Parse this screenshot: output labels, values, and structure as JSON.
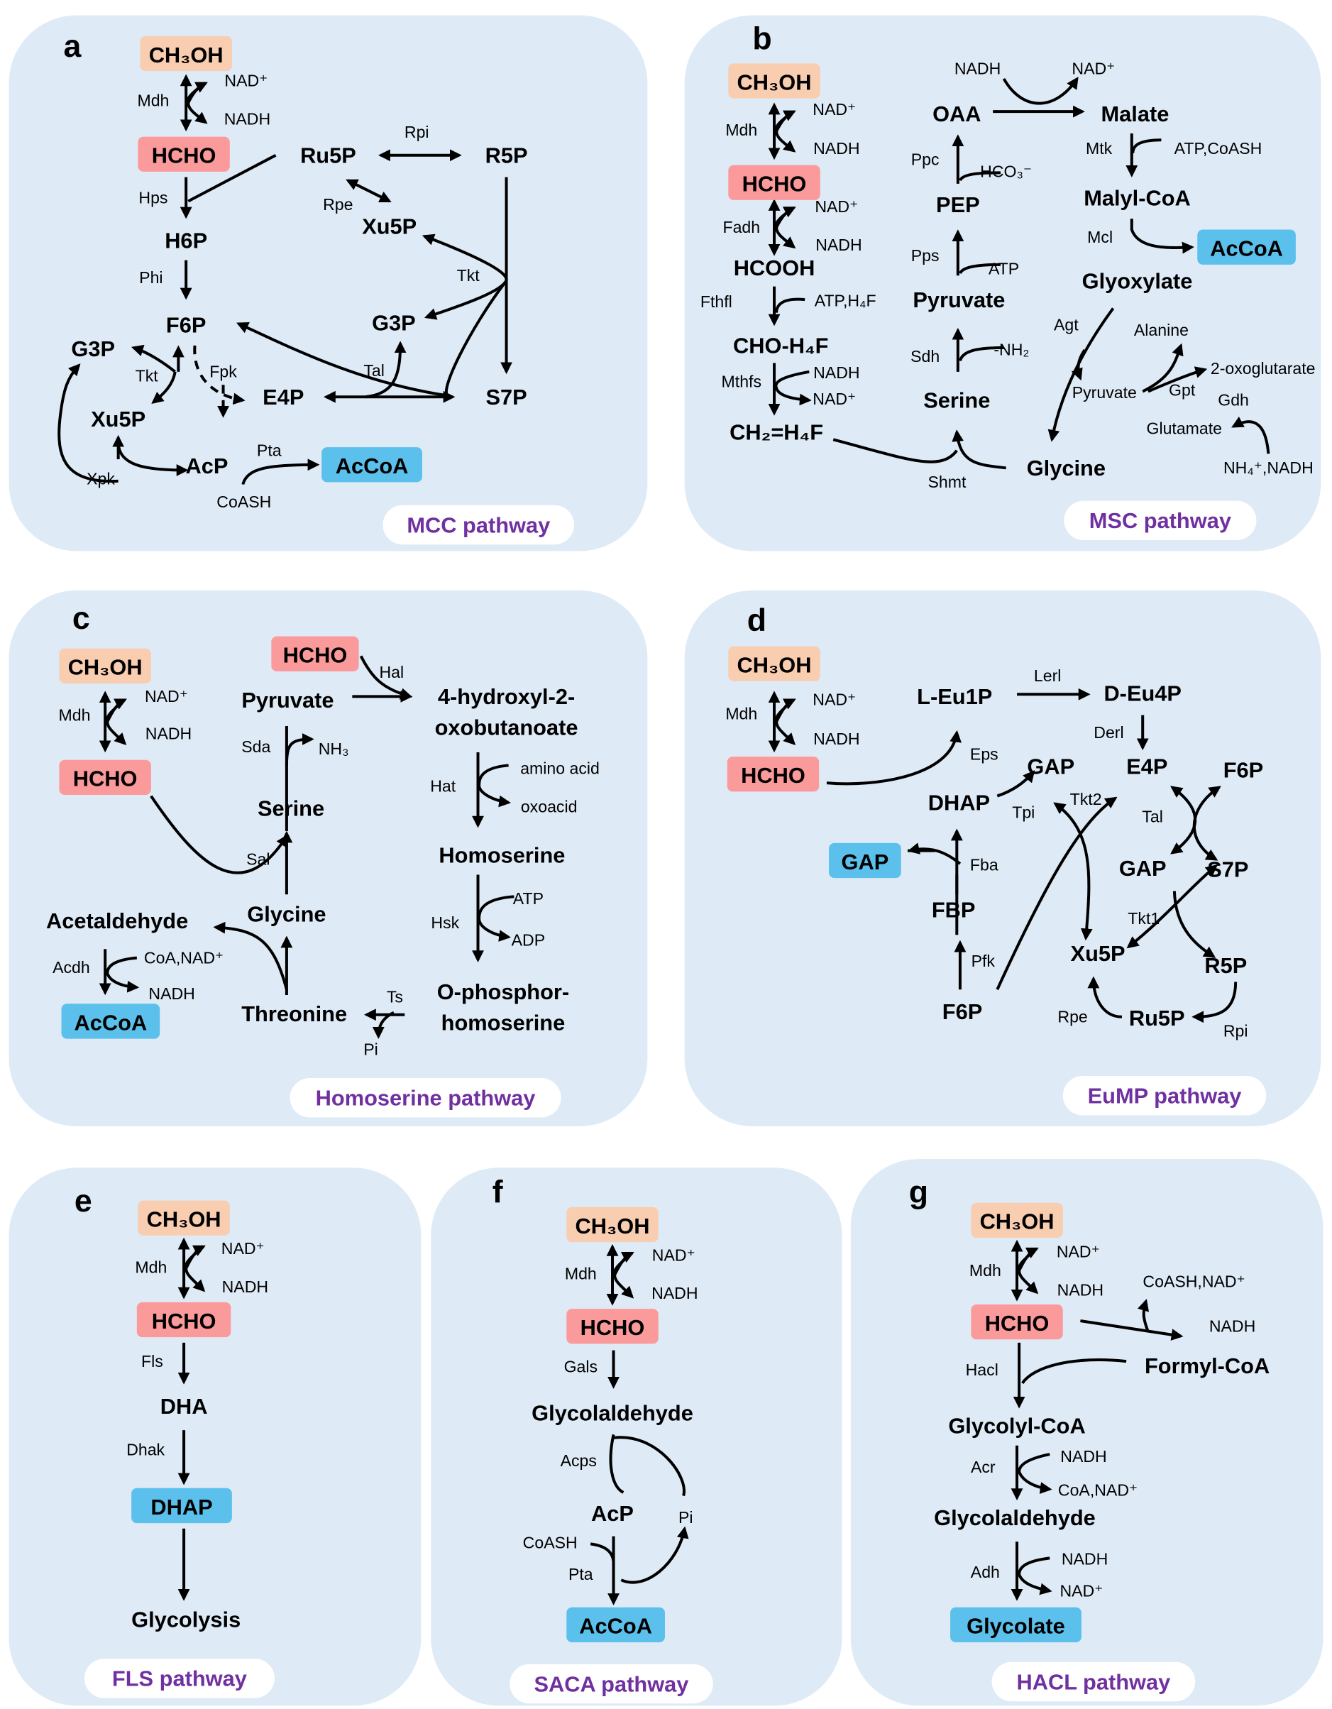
{
  "colors": {
    "panel_bg": "#deeaf6",
    "methanol_box": "#f8cdb0",
    "formaldehyde_box": "#fb9a9a",
    "product_box": "#5bc0eb",
    "title_text": "#7030a0",
    "title_bg": "#ffffff"
  },
  "panels": {
    "a": {
      "letter": "a",
      "title": "MCC pathway",
      "metabolites": [
        "CH₃OH",
        "HCHO",
        "Ru5P",
        "R5P",
        "Xu5P",
        "H6P",
        "G3P",
        "F6P",
        "G3P",
        "Xu5P",
        "E4P",
        "S7P",
        "AcP",
        "AcCoA"
      ],
      "enzymes": [
        "Mdh",
        "Hps",
        "Rpi",
        "Rpe",
        "Phi",
        "Tkt",
        "Tal",
        "Tkt",
        "Fpk",
        "Xpk",
        "Pta"
      ],
      "cofactors": [
        "NAD⁺",
        "NADH",
        "CoASH"
      ]
    },
    "b": {
      "letter": "b",
      "title": "MSC pathway",
      "metabolites": [
        "CH₃OH",
        "HCHO",
        "HCOOH",
        "CHO-H₄F",
        "CH₂=H₄F",
        "OAA",
        "Malate",
        "Malyl-CoA",
        "AcCoA",
        "Glyoxylate",
        "PEP",
        "Pyruvate",
        "Serine",
        "Glycine"
      ],
      "enzymes": [
        "Mdh",
        "Fadh",
        "Fthfl",
        "Mthfs",
        "Ppc",
        "Pps",
        "Sdh",
        "Shmt",
        "Mtk",
        "Mcl",
        "Agt",
        "Gpt",
        "Gdh"
      ],
      "cofactors": [
        "NAD⁺",
        "NADH",
        "NAD⁺",
        "NADH",
        "ATP,H₄F",
        "NADH",
        "NAD⁺",
        "NADH",
        "NAD⁺",
        "HCO₃⁻",
        "ATP",
        "-NH₂",
        "ATP,CoASH",
        "Alanine",
        "Pyruvate",
        "2-oxoglutarate",
        "Glutamate",
        "NH₄⁺,NADH"
      ]
    },
    "c": {
      "letter": "c",
      "title": "Homoserine pathway",
      "metabolites": [
        "CH₃OH",
        "HCHO",
        "HCHO",
        "Pyruvate",
        "4-hydroxyl-2-",
        "oxobutanoate",
        "Serine",
        "Homoserine",
        "Glycine",
        "Acetaldehyde",
        "AcCoA",
        "Threonine",
        "O-phosphor-",
        "homoserine"
      ],
      "enzymes": [
        "Mdh",
        "Hal",
        "Sda",
        "Hat",
        "Sal",
        "Hsk",
        "Acdh",
        "Ts"
      ],
      "cofactors": [
        "NAD⁺",
        "NADH",
        "NH₃",
        "amino acid",
        "oxoacid",
        "ATP",
        "ADP",
        "CoA,NAD⁺",
        "NADH",
        "Pi"
      ]
    },
    "d": {
      "letter": "d",
      "title": "EuMP pathway",
      "metabolites": [
        "CH₃OH",
        "HCHO",
        "L-Eu1P",
        "D-Eu4P",
        "E4P",
        "GAP",
        "DHAP",
        "F6P",
        "GAP",
        "GAP",
        "S7P",
        "FBP",
        "Xu5P",
        "R5P",
        "F6P",
        "Ru5P"
      ],
      "enzymes": [
        "Mdh",
        "Lerl",
        "Derl",
        "Eps",
        "Tpi",
        "Tkt2",
        "Tal",
        "Fba",
        "Tkt1",
        "Pfk",
        "Rpe",
        "Rpi"
      ],
      "cofactors": [
        "NAD⁺",
        "NADH"
      ]
    },
    "e": {
      "letter": "e",
      "title": "FLS pathway",
      "metabolites": [
        "CH₃OH",
        "HCHO",
        "DHA",
        "DHAP",
        "Glycolysis"
      ],
      "enzymes": [
        "Mdh",
        "Fls",
        "Dhak"
      ],
      "cofactors": [
        "NAD⁺",
        "NADH"
      ]
    },
    "f": {
      "letter": "f",
      "title": "SACA pathway",
      "metabolites": [
        "CH₃OH",
        "HCHO",
        "Glycolaldehyde",
        "AcP",
        "AcCoA"
      ],
      "enzymes": [
        "Mdh",
        "Gals",
        "Acps",
        "Pta"
      ],
      "cofactors": [
        "NAD⁺",
        "NADH",
        "Pi",
        "CoASH"
      ]
    },
    "g": {
      "letter": "g",
      "title": "HACL pathway",
      "metabolites": [
        "CH₃OH",
        "HCHO",
        "Formyl-CoA",
        "Glycolyl-CoA",
        "Glycolaldehyde",
        "Glycolate"
      ],
      "enzymes": [
        "Mdh",
        "Hacl",
        "Acr",
        "Adh"
      ],
      "cofactors": [
        "NAD⁺",
        "NADH",
        "CoASH,NAD⁺",
        "NADH",
        "NADH",
        "CoA,NAD⁺",
        "NADH",
        "NAD⁺"
      ]
    }
  }
}
